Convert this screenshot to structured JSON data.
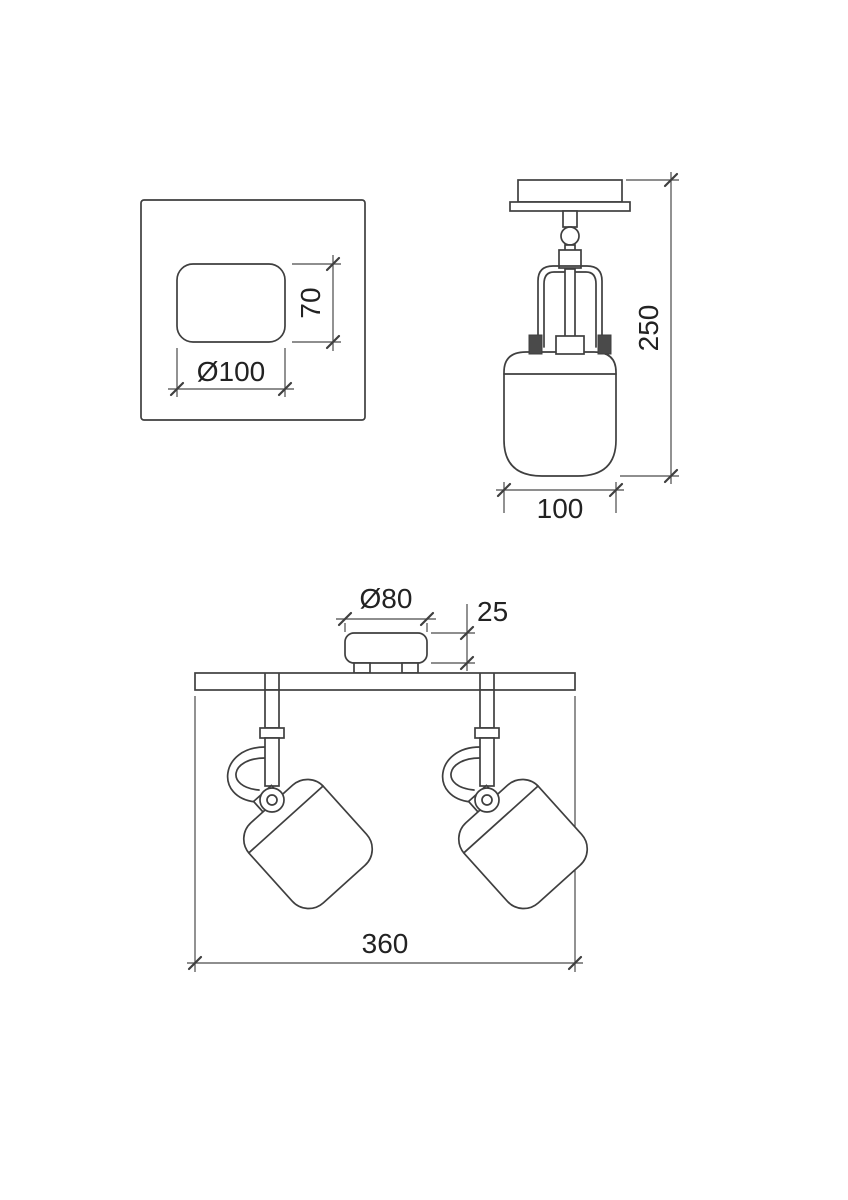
{
  "meta": {
    "background_color": "#ffffff",
    "line_color": "#3f3f3f",
    "text_color": "#222222",
    "drawing_type": "lamp-technical-drawing"
  },
  "dimensions": {
    "front_view": {
      "inner_width": "Ø100",
      "inner_height": "70"
    },
    "side_view": {
      "total_height": "250",
      "shade_width": "100"
    },
    "double_view": {
      "canopy_diameter": "Ø80",
      "canopy_height": "25",
      "bar_length": "360"
    }
  }
}
